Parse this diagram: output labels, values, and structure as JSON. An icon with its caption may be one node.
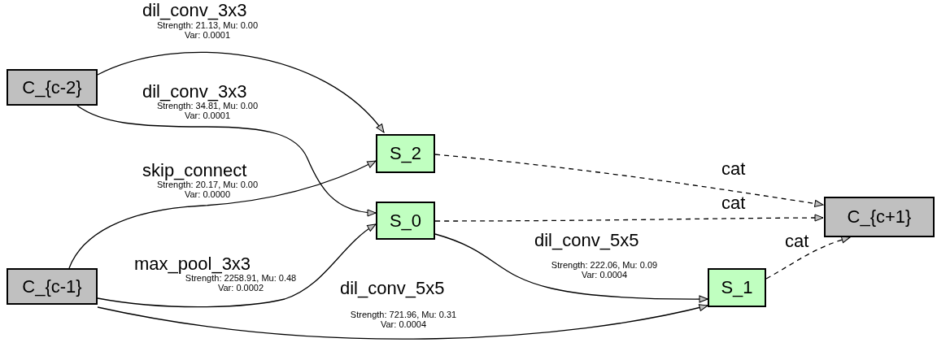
{
  "diagram": {
    "nodes": [
      {
        "text": [
          "C_{c-2}"
        ]
      },
      {
        "text": [
          "C_{c-1}"
        ]
      },
      {
        "text": [
          "S_2"
        ]
      },
      {
        "text": [
          "S_0"
        ]
      },
      {
        "text": [
          "S_1"
        ]
      },
      {
        "text": [
          "C_{c+1}"
        ]
      }
    ],
    "edges": [
      {
        "from": 0,
        "to": 2,
        "arrow": "to",
        "label": "dil_conv_3x3"
      },
      {
        "from": 0,
        "to": 3,
        "arrow": "to",
        "label": "dil_conv_3x3"
      },
      {
        "from": 1,
        "to": 2,
        "arrow": "to",
        "label": "skip_connect"
      },
      {
        "from": 1,
        "to": 3,
        "arrow": "to",
        "label": "max_pool_3x3"
      },
      {
        "from": 3,
        "to": 4,
        "arrow": "to",
        "label": "dil_conv_5x5"
      },
      {
        "from": 1,
        "to": 4,
        "arrow": "to",
        "label": "dil_conv_5x5"
      },
      {
        "from": 2,
        "to": 5,
        "arrow": "to",
        "label": "cat",
        "style": "dashed"
      },
      {
        "from": 3,
        "to": 5,
        "arrow": "to",
        "label": "cat",
        "style": "dashed"
      },
      {
        "from": 4,
        "to": 5,
        "arrow": "to",
        "label": "cat",
        "style": "dashed"
      }
    ],
    "labels": [
      "Strength: 21.13, Mu: 0.00 Var: 0.0001",
      "Strength: 34.81, Mu: 0.00 Var: 0.0001",
      "Strength: 20.17, Mu: 0.00 Var: 0.0000",
      "Strength: 2258.91, Mu: 0.48 Var: 0.0002",
      "Strength: 222.06, Mu: 0.09 Var: 0.0004",
      "Strength: 721.96, Mu: 0.31 Var: 0.0004"
    ]
  }
}
